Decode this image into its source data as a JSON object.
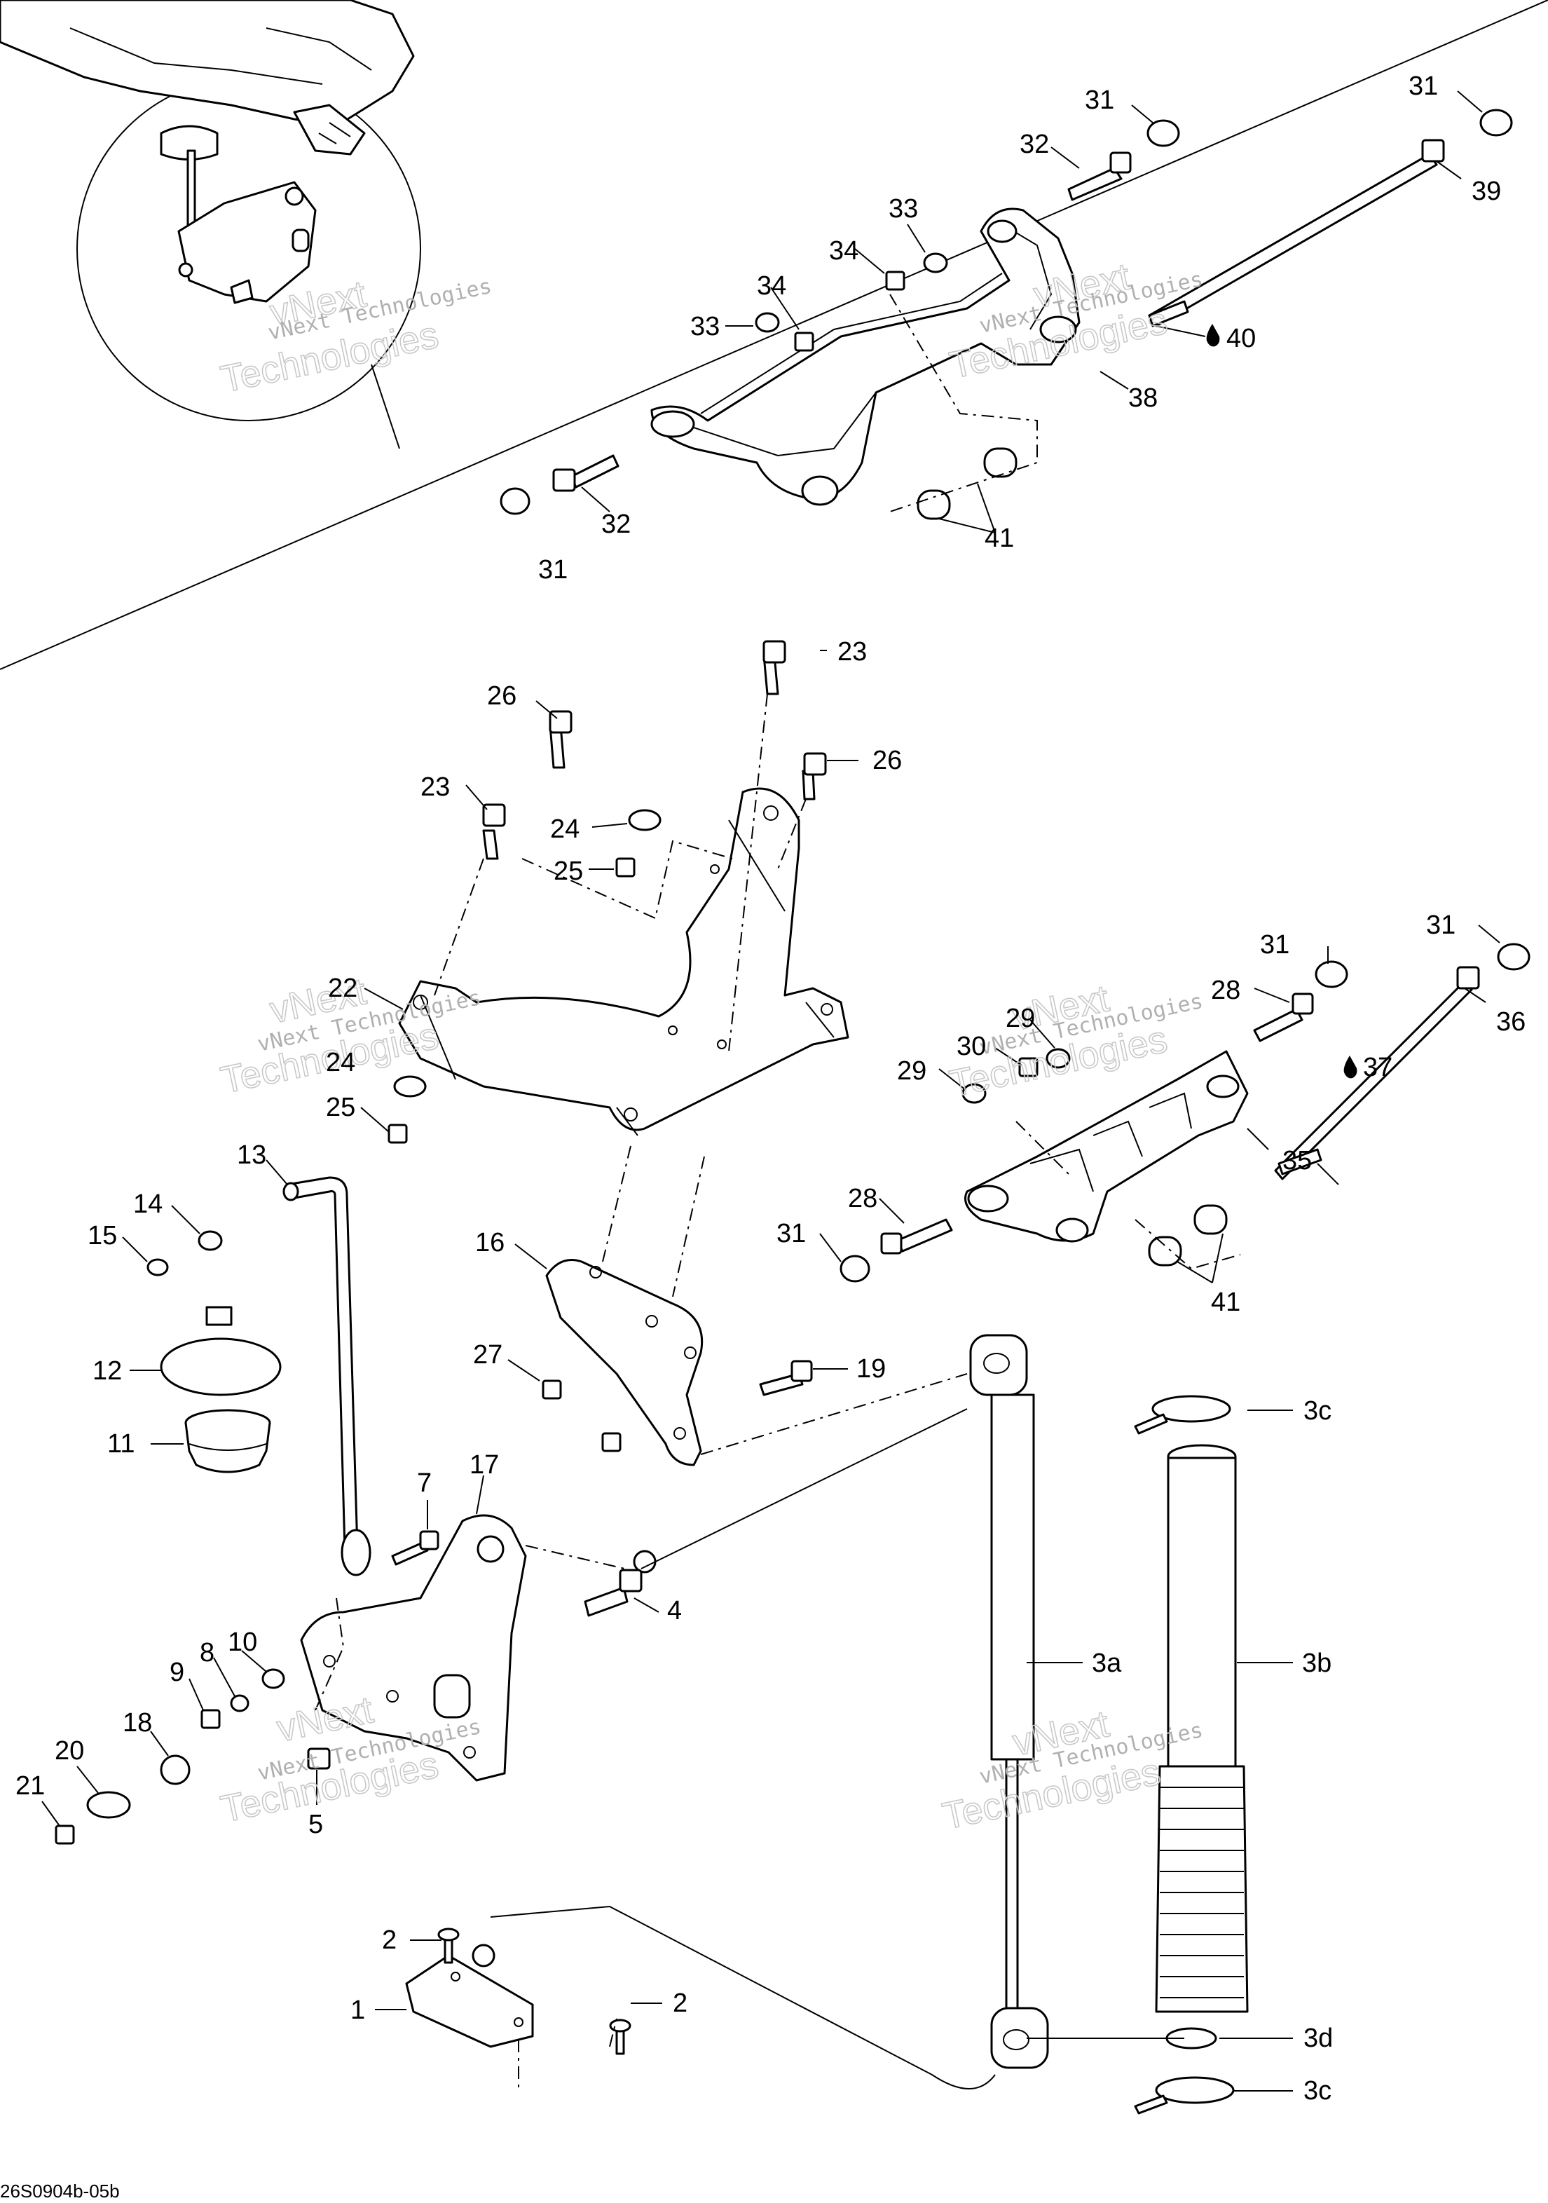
{
  "callouts": {
    "c1": "1",
    "c2a": "2",
    "c2b": "2",
    "c3a": "3a",
    "c3b": "3b",
    "c3c1": "3c",
    "c3c2": "3c",
    "c3d": "3d",
    "c4": "4",
    "c5": "5",
    "c7": "7",
    "c8": "8",
    "c9": "9",
    "c10": "10",
    "c11": "11",
    "c12": "12",
    "c13": "13",
    "c14": "14",
    "c15": "15",
    "c16": "16",
    "c17": "17",
    "c18": "18",
    "c19": "19",
    "c20": "20",
    "c21": "21",
    "c22": "22",
    "c23a": "23",
    "c23b": "23",
    "c24a": "24",
    "c24b": "24",
    "c25a": "25",
    "c25b": "25",
    "c26a": "26",
    "c26b": "26",
    "c27": "27",
    "c28a": "28",
    "c28b": "28",
    "c29a": "29",
    "c29b": "29",
    "c30": "30",
    "c31a": "31",
    "c31b": "31",
    "c31c": "31",
    "c31d": "31",
    "c31e": "31",
    "c31f": "31",
    "c32a": "32",
    "c32b": "32",
    "c33a": "33",
    "c33b": "33",
    "c34a": "34",
    "c34b": "34",
    "c35": "35",
    "c36": "36",
    "c37": "37",
    "c38": "38",
    "c39": "39",
    "c40": "40",
    "c41a": "41",
    "c41b": "41"
  },
  "watermark": {
    "brand": "vNext",
    "company": "Technologies",
    "full": "vNext Technologies"
  },
  "footer": {
    "code": "26S0904b-05b"
  },
  "icons": {
    "lubricant": "drop-icon"
  }
}
